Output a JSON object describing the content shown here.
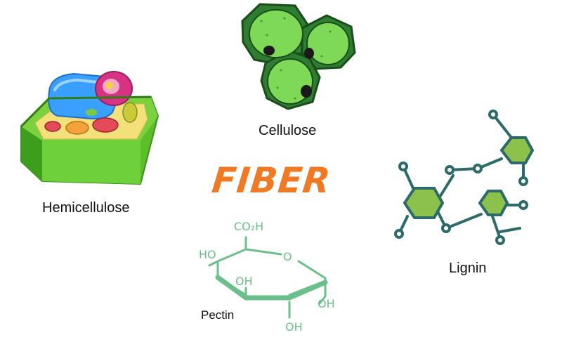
{
  "title": {
    "text": "FIBER",
    "color": "#f07a23"
  },
  "components": {
    "cellulose": "Cellulose",
    "hemicellulose": "Hemicellulose",
    "lignin": "Lignin",
    "pectin": "Pectin"
  },
  "pectin_structure": {
    "top_group": "CO₂H",
    "left_group": "HO",
    "ring_oxygen": "O",
    "mid_group": "OH",
    "right_group": "OH",
    "bottom_group": "OH"
  },
  "colors": {
    "cell_light_green": "#7ed957",
    "cell_dark_green": "#2e7d32",
    "pectin_green": "#6bbf8a",
    "lignin_teal": "#2d6a6a",
    "lignin_fill": "#8cc14c",
    "nucleus_magenta": "#d63384",
    "vacuole_blue": "#3aa0ff"
  }
}
